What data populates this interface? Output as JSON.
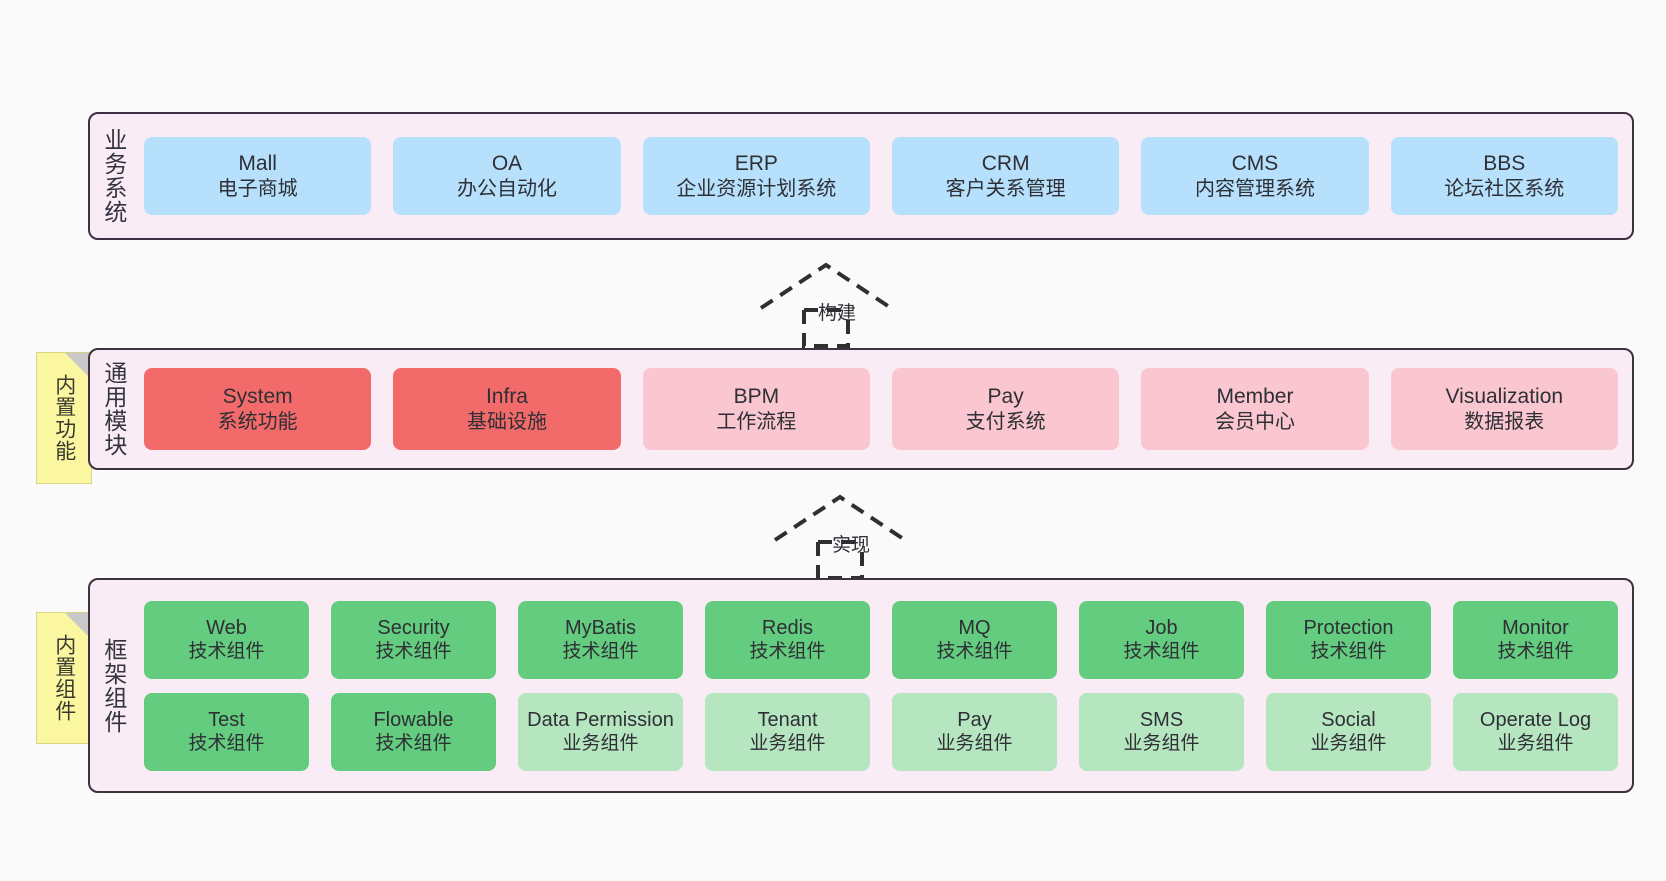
{
  "diagram": {
    "title_note_top": "内置功能",
    "title_note_bottom": "内置组件"
  },
  "layers": [
    {
      "id": "business",
      "title": "业务系统",
      "panel_color": "#f9ecf5",
      "box_color": "#b6e0fb",
      "items": [
        {
          "name": "Mall",
          "sub": "电子商城"
        },
        {
          "name": "OA",
          "sub": "办公自动化"
        },
        {
          "name": "ERP",
          "sub": "企业资源计划系统"
        },
        {
          "name": "CRM",
          "sub": "客户关系管理"
        },
        {
          "name": "CMS",
          "sub": "内容管理系统"
        },
        {
          "name": "BBS",
          "sub": "论坛社区系统"
        }
      ]
    },
    {
      "id": "common",
      "title": "通用模块",
      "sticky": "内置功能",
      "panel_color": "#f9ecf5",
      "core_color": "#f26a6a",
      "ext_color": "#fac6cf",
      "items": [
        {
          "name": "System",
          "sub": "系统功能",
          "kind": "core"
        },
        {
          "name": "Infra",
          "sub": "基础设施",
          "kind": "core"
        },
        {
          "name": "BPM",
          "sub": "工作流程",
          "kind": "ext"
        },
        {
          "name": "Pay",
          "sub": "支付系统",
          "kind": "ext"
        },
        {
          "name": "Member",
          "sub": "会员中心",
          "kind": "ext"
        },
        {
          "name": "Visualization",
          "sub": "数据报表",
          "kind": "ext"
        }
      ]
    },
    {
      "id": "framework",
      "title": "框架组件",
      "sticky": "内置组件",
      "panel_color": "#f9ecf5",
      "tech_color": "#63cc7e",
      "biz_color": "#b6e6c0",
      "row1": [
        {
          "name": "Web",
          "sub": "技术组件",
          "kind": "tech"
        },
        {
          "name": "Security",
          "sub": "技术组件",
          "kind": "tech"
        },
        {
          "name": "MyBatis",
          "sub": "技术组件",
          "kind": "tech"
        },
        {
          "name": "Redis",
          "sub": "技术组件",
          "kind": "tech"
        },
        {
          "name": "MQ",
          "sub": "技术组件",
          "kind": "tech"
        },
        {
          "name": "Job",
          "sub": "技术组件",
          "kind": "tech"
        },
        {
          "name": "Protection",
          "sub": "技术组件",
          "kind": "tech"
        },
        {
          "name": "Monitor",
          "sub": "技术组件",
          "kind": "tech"
        }
      ],
      "row2": [
        {
          "name": "Test",
          "sub": "技术组件",
          "kind": "tech"
        },
        {
          "name": "Flowable",
          "sub": "技术组件",
          "kind": "tech"
        },
        {
          "name": "Data Permission",
          "sub": "业务组件",
          "kind": "biz"
        },
        {
          "name": "Tenant",
          "sub": "业务组件",
          "kind": "biz"
        },
        {
          "name": "Pay",
          "sub": "业务组件",
          "kind": "biz"
        },
        {
          "name": "SMS",
          "sub": "业务组件",
          "kind": "biz"
        },
        {
          "name": "Social",
          "sub": "业务组件",
          "kind": "biz"
        },
        {
          "name": "Operate Log",
          "sub": "业务组件",
          "kind": "biz"
        }
      ]
    }
  ],
  "connectors": [
    {
      "id": "build",
      "label": "构建",
      "style": "dashed-generalization"
    },
    {
      "id": "implement",
      "label": "实现",
      "style": "dashed-generalization"
    }
  ],
  "colors": {
    "background": "#fafafa",
    "panel_border": "#3d3142",
    "panel_fill": "#f9ecf5",
    "business_box": "#b6e0fb",
    "core_module": "#f26a6a",
    "ext_module": "#fac6cf",
    "tech_component": "#63cc7e",
    "biz_component": "#b6e6c0",
    "sticky_note": "#fbf7a0",
    "connector": "#2f2f2f"
  }
}
